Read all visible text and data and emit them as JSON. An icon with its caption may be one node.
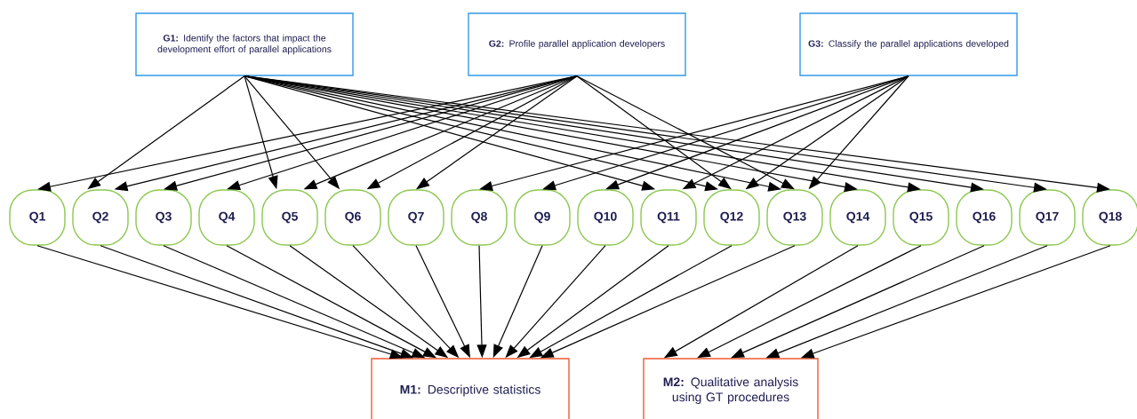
{
  "diagram": {
    "nodes": [
      {
        "text": [
          "**G1:** Identify the factors that impact the development effort of parallel applications"
        ]
      },
      {
        "text": [
          "**G2:** Profile parallel application developers"
        ]
      },
      {
        "text": [
          "**G3:** Classify the parallel applications developed"
        ]
      },
      {
        "text": [
          "Q1"
        ]
      },
      {
        "text": [
          "Q2"
        ]
      },
      {
        "text": [
          "Q3"
        ]
      },
      {
        "text": [
          "Q4"
        ]
      },
      {
        "text": [
          "Q5"
        ]
      },
      {
        "text": [
          "Q6"
        ]
      },
      {
        "text": [
          "Q7"
        ]
      },
      {
        "text": [
          "Q8"
        ]
      },
      {
        "text": [
          "Q9"
        ]
      },
      {
        "text": [
          "Q10"
        ]
      },
      {
        "text": [
          "Q11"
        ]
      },
      {
        "text": [
          "Q12"
        ]
      },
      {
        "text": [
          "Q13"
        ]
      },
      {
        "text": [
          "Q14"
        ]
      },
      {
        "text": [
          "Q15"
        ]
      },
      {
        "text": [
          "Q16"
        ]
      },
      {
        "text": [
          "Q17"
        ]
      },
      {
        "text": [
          "Q18"
        ]
      },
      {
        "text": [
          "**M1:** Descriptive statistics"
        ]
      },
      {
        "text": [
          "**M2:** Qualitative analysis using GT procedures"
        ]
      }
    ],
    "edges": [
      {
        "from": 0,
        "to": 4,
        "arrow": "to"
      },
      {
        "from": 0,
        "to": 7,
        "arrow": "to"
      },
      {
        "from": 0,
        "to": 8,
        "arrow": "to"
      },
      {
        "from": 0,
        "to": 13,
        "arrow": "to"
      },
      {
        "from": 0,
        "to": 14,
        "arrow": "to"
      },
      {
        "from": 0,
        "to": 15,
        "arrow": "to"
      },
      {
        "from": 0,
        "to": 16,
        "arrow": "to"
      },
      {
        "from": 0,
        "to": 17,
        "arrow": "to"
      },
      {
        "from": 0,
        "to": 18,
        "arrow": "to"
      },
      {
        "from": 0,
        "to": 19,
        "arrow": "to"
      },
      {
        "from": 0,
        "to": 20,
        "arrow": "to"
      },
      {
        "from": 1,
        "to": 3,
        "arrow": "to"
      },
      {
        "from": 1,
        "to": 4,
        "arrow": "to"
      },
      {
        "from": 1,
        "to": 5,
        "arrow": "to"
      },
      {
        "from": 1,
        "to": 6,
        "arrow": "to"
      },
      {
        "from": 1,
        "to": 7,
        "arrow": "to"
      },
      {
        "from": 1,
        "to": 8,
        "arrow": "to"
      },
      {
        "from": 1,
        "to": 9,
        "arrow": "to"
      },
      {
        "from": 1,
        "to": 14,
        "arrow": "to"
      },
      {
        "from": 1,
        "to": 15,
        "arrow": "to"
      },
      {
        "from": 2,
        "to": 10,
        "arrow": "to"
      },
      {
        "from": 2,
        "to": 11,
        "arrow": "to"
      },
      {
        "from": 2,
        "to": 12,
        "arrow": "to"
      },
      {
        "from": 2,
        "to": 13,
        "arrow": "to"
      },
      {
        "from": 2,
        "to": 14,
        "arrow": "to"
      },
      {
        "from": 2,
        "to": 15,
        "arrow": "to"
      },
      {
        "from": 3,
        "to": 21,
        "arrow": "to"
      },
      {
        "from": 4,
        "to": 21,
        "arrow": "to"
      },
      {
        "from": 5,
        "to": 21,
        "arrow": "to"
      },
      {
        "from": 6,
        "to": 21,
        "arrow": "to"
      },
      {
        "from": 7,
        "to": 21,
        "arrow": "to"
      },
      {
        "from": 8,
        "to": 21,
        "arrow": "to"
      },
      {
        "from": 9,
        "to": 21,
        "arrow": "to"
      },
      {
        "from": 10,
        "to": 21,
        "arrow": "to"
      },
      {
        "from": 11,
        "to": 21,
        "arrow": "to"
      },
      {
        "from": 12,
        "to": 21,
        "arrow": "to"
      },
      {
        "from": 13,
        "to": 21,
        "arrow": "to"
      },
      {
        "from": 14,
        "to": 21,
        "arrow": "to"
      },
      {
        "from": 15,
        "to": 21,
        "arrow": "to"
      },
      {
        "from": 16,
        "to": 22,
        "arrow": "to"
      },
      {
        "from": 17,
        "to": 22,
        "arrow": "to"
      },
      {
        "from": 18,
        "to": 22,
        "arrow": "to"
      },
      {
        "from": 19,
        "to": 22,
        "arrow": "to"
      },
      {
        "from": 20,
        "to": 22,
        "arrow": "to"
      }
    ]
  }
}
